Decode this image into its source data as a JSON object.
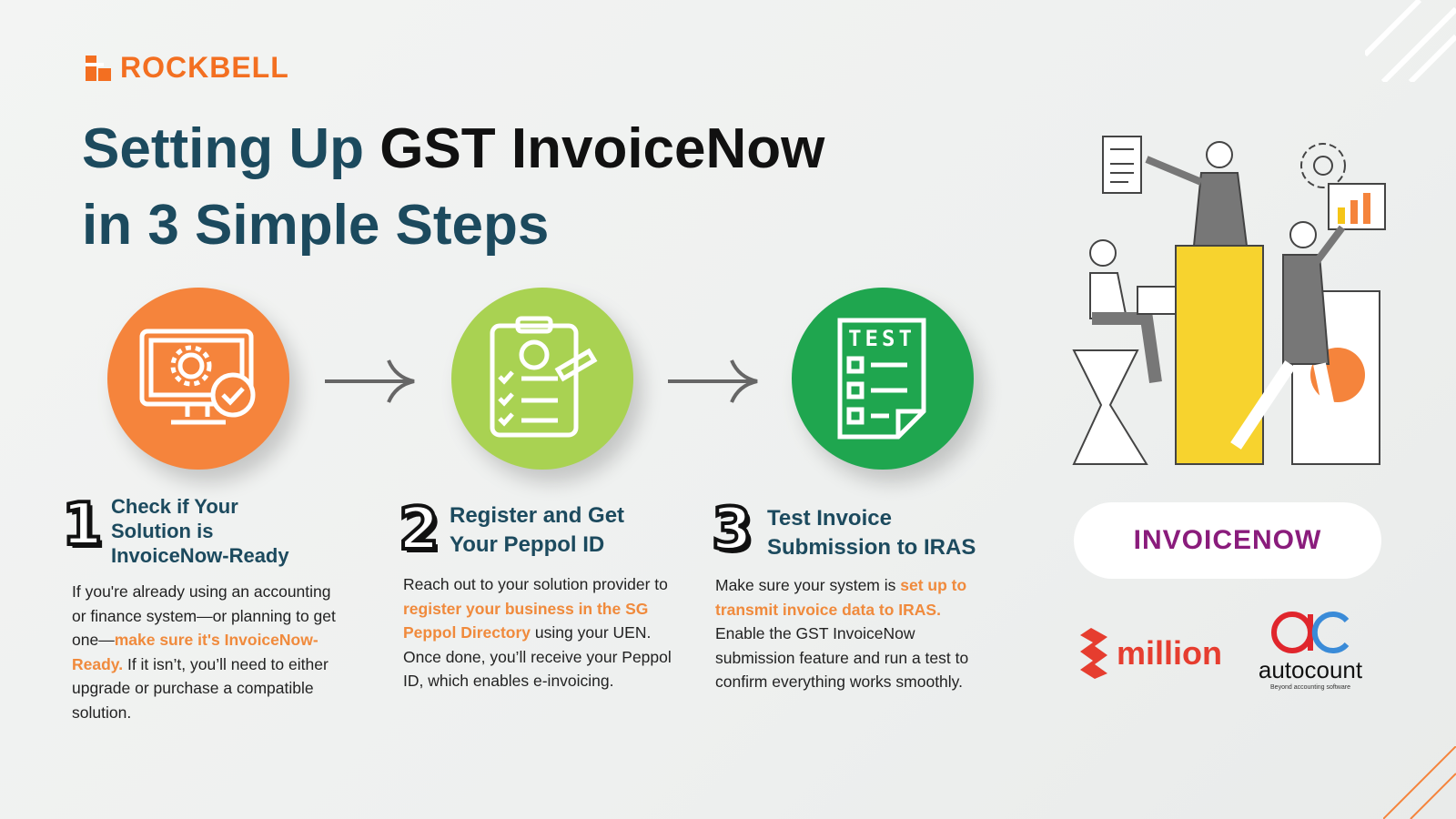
{
  "brand": {
    "name": "ROCKBELL",
    "color": "#f36f21"
  },
  "title": {
    "line1_a": "Setting Up ",
    "line1_b": "GST InvoiceNow",
    "line2": "in 3 Simple Steps"
  },
  "steps": [
    {
      "number": "1",
      "title": "Check if Your Solution is InvoiceNow-Ready",
      "icon": "monitor-gear-check-icon",
      "color": "#f5843c",
      "body_pre": "If you're already using an accounting or finance system—or planning to get one—",
      "body_hl": "make sure it's InvoiceNow-Ready.",
      "body_post": " If it isn’t, you’ll need to either upgrade or purchase a compatible solution."
    },
    {
      "number": "2",
      "title": "Register and Get Your Peppol ID",
      "icon": "clipboard-user-icon",
      "color": "#a9d252",
      "body_pre": "Reach out to your solution provider to ",
      "body_hl": "register your business in the SG Peppol Directory",
      "body_post": " using your UEN. Once done, you’ll receive your Peppol ID, which enables e-invoicing."
    },
    {
      "number": "3",
      "title": "Test Invoice Submission to IRAS",
      "icon": "test-checklist-icon",
      "color": "#1fa64f",
      "icon_text": "TEST",
      "body_pre": "Make sure your system is ",
      "body_hl": "set up to transmit invoice data to IRAS.",
      "body_post": " Enable the GST InvoiceNow submission feature and run a test to confirm everything works smoothly."
    }
  ],
  "logos": {
    "invoicenow": "INVOICENOW",
    "million": "million",
    "autocount": "autocount",
    "autocount_tagline": "Beyond accounting software"
  }
}
